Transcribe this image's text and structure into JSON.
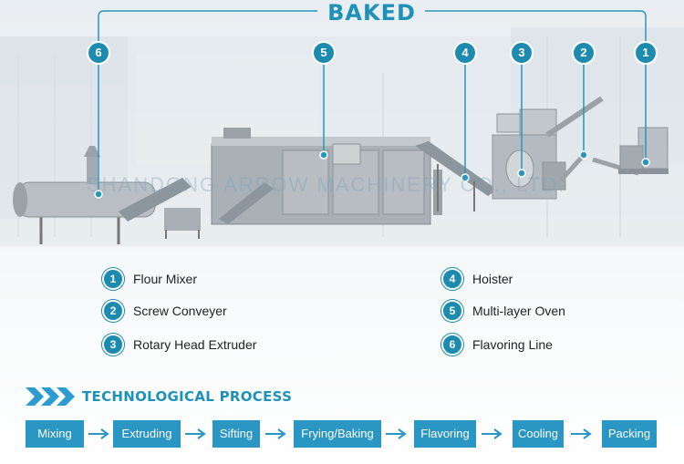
{
  "title": "BAKED",
  "machines": [
    {
      "num": "1",
      "label": "Flour Mixer"
    },
    {
      "num": "2",
      "label": "Screw Conveyer"
    },
    {
      "num": "3",
      "label": "Rotary Head Extruder"
    },
    {
      "num": "4",
      "label": "Hoister"
    },
    {
      "num": "5",
      "label": "Multi-layer Oven"
    },
    {
      "num": "6",
      "label": "Flavoring Line"
    }
  ],
  "watermark": "SHANDONG ARROW MACHINERY CO., LTD.",
  "process": {
    "title": "TECHNOLOGICAL PROCESS",
    "steps": [
      "Mixing",
      "Extruding",
      "Sifting",
      "Frying/Baking",
      "Flavoring",
      "Cooling",
      "Packing"
    ]
  },
  "colors": {
    "accent": "#1e91b8",
    "step_bg": "#2996c4"
  }
}
